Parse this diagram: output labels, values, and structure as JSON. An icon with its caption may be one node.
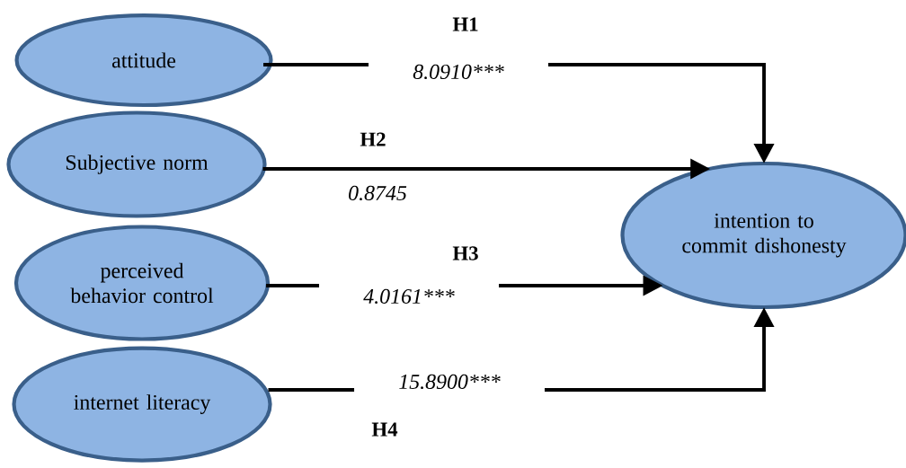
{
  "diagram": {
    "nodes": [
      {
        "text": [
          "attitude"
        ]
      },
      {
        "text": [
          "Subjective norm"
        ]
      },
      {
        "text": [
          "perceived behavior control"
        ]
      },
      {
        "text": [
          "internet literacy"
        ]
      },
      {
        "text": [
          "intention to commit dishonesty"
        ]
      }
    ],
    "edges": [
      {
        "from": 0,
        "to": 4,
        "arrow": "to",
        "label": "8.0910***"
      },
      {
        "from": 1,
        "to": 4,
        "arrow": "to",
        "label": "0.8745"
      },
      {
        "from": 2,
        "to": 4,
        "arrow": "to",
        "label": "4.0161***"
      },
      {
        "from": 3,
        "to": 4,
        "arrow": "to",
        "label": "15.8900***"
      }
    ],
    "labels": [
      "H1",
      "H2",
      "H3",
      "H4"
    ]
  }
}
